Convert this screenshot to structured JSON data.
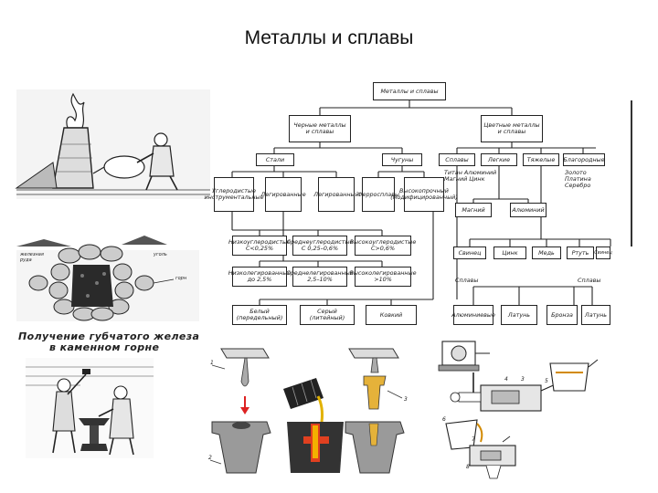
{
  "slide": {
    "title": "Металлы и сплавы"
  },
  "left_images": {
    "furnace_caption_line1": "Получение губчатого железа",
    "furnace_caption_line2": "в каменном горне",
    "furnace_label_left": "железная руда",
    "furnace_label_right": "уголь",
    "furnace_label_side": "горн"
  },
  "diagram": {
    "root": "Металлы и сплавы",
    "ferrous": "Черные металлы и сплавы",
    "nonferrous": "Цветные металлы и сплавы",
    "steel": "Стали",
    "cast_iron": "Чугуны",
    "steel_types": [
      "Углеродистые инструментальные",
      "Легированные",
      "Легированный",
      "Ферросплавы",
      "Высокопрочный (модифицированный)"
    ],
    "nonferrous_groups": [
      "Сплавы",
      "Легкие",
      "Тяжелые",
      "Благородные"
    ],
    "light_metals": "Титан Алюминий Магний Цинк",
    "precious_metals": "Золото Платина Серебро",
    "nonferrous_metals_row1": [
      "Магний",
      "Алюминий"
    ],
    "carbon_grades": [
      "Низкоуглеродистые C<0,25%",
      "Среднеуглеродистые C 0,25–0,6%",
      "Высокоуглеродистые C>0,6%"
    ],
    "alloy_grades": [
      "Низколегированные до 2,5%",
      "Среднелегированные 2,5–10%",
      "Высоколегированные >10%"
    ],
    "cast_iron_types": [
      "Белый (передельный)",
      "Серый (литейный)",
      "Ковкий"
    ],
    "heavy_metals": [
      "Свинец",
      "Цинк",
      "Медь",
      "Ртуть",
      "Свинец"
    ],
    "alloys_label_left": "Сплавы",
    "alloys_label_right": "Сплавы",
    "alloy_products": [
      "Алюминиевые",
      "Латунь",
      "Бронза",
      "Латунь"
    ]
  },
  "casting_images": {
    "label_top_left": "1",
    "label_top_right": "3",
    "label_bottom_left": "2"
  },
  "machine_images": {
    "labels": [
      "4",
      "3",
      "5",
      "6",
      "7",
      "8"
    ]
  }
}
